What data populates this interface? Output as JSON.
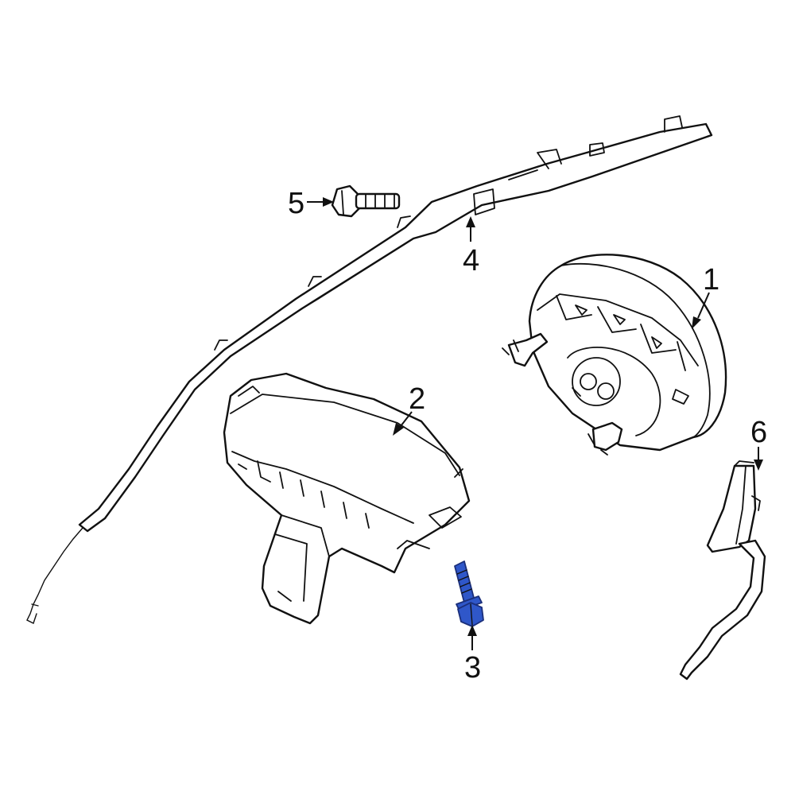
{
  "colors": {
    "line": "#111111",
    "background": "#ffffff",
    "highlight": "#2f57c9",
    "highlight_dark": "#1b2f7a"
  },
  "callouts": [
    {
      "id": "1",
      "label": "1"
    },
    {
      "id": "2",
      "label": "2"
    },
    {
      "id": "3",
      "label": "3",
      "highlighted": true
    },
    {
      "id": "4",
      "label": "4"
    },
    {
      "id": "5",
      "label": "5"
    },
    {
      "id": "6",
      "label": "6"
    }
  ]
}
